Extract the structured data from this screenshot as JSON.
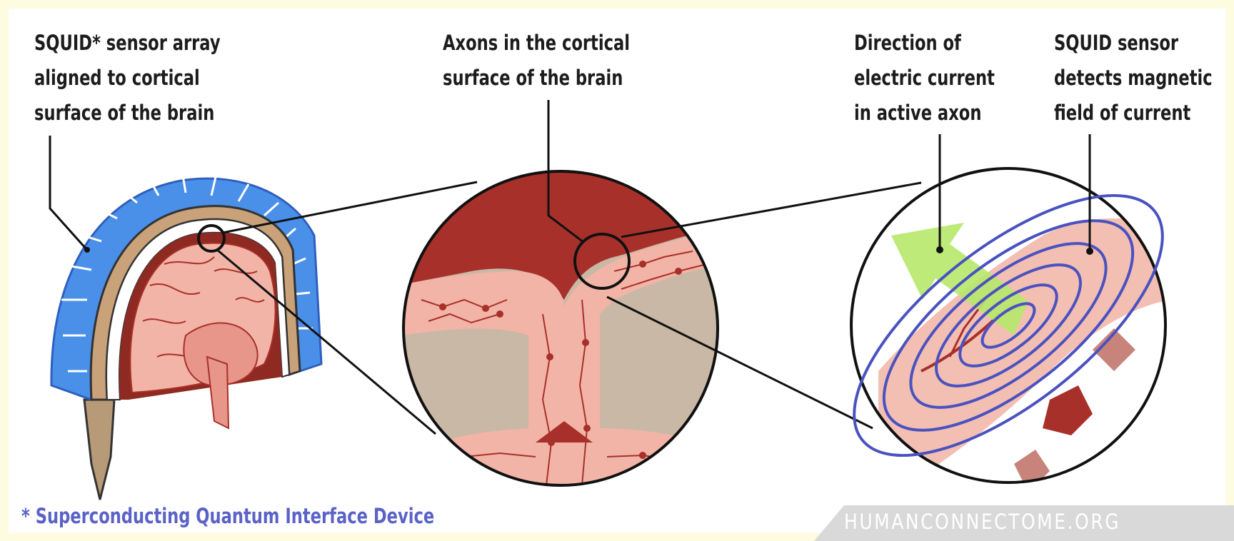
{
  "labels": {
    "sensor_array": [
      "SQUID* sensor array",
      "aligned to cortical",
      "surface of the brain"
    ],
    "axons": [
      "Axons in the cortical",
      "surface of the brain"
    ],
    "current_direction": [
      "Direction of",
      "electric current",
      "in active axon"
    ],
    "sensor_detects": [
      "SQUID sensor",
      "detects magnetic",
      "field of current"
    ]
  },
  "footnote": "* Superconducting Quantum Interface Device",
  "watermark": "HUMANCONNECTOME.ORG",
  "colors": {
    "background": "#fdfbe0",
    "sensor_blue": "#4a90e8",
    "brain_pink": "#f2b4a6",
    "cortex_red": "#a8302a",
    "field_lines": "#4a52c0",
    "arrow_green": "#b6e86a",
    "gray_matter": "#c9b8a6"
  },
  "icons": [
    "squid-sensor-array-illustration",
    "brain-section-illustration",
    "cortex-magnified-circle",
    "magnetic-field-circle",
    "current-direction-arrow"
  ]
}
